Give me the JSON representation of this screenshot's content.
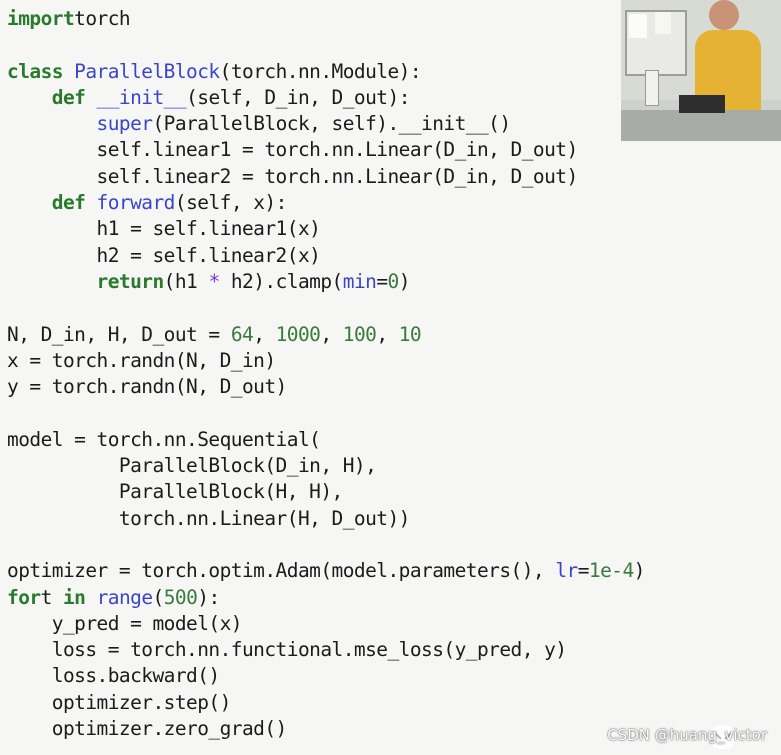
{
  "code_lines": [
    [
      [
        "kw",
        "import"
      ],
      [
        "",
        "torch"
      ]
    ],
    [],
    [
      [
        "kw",
        "class"
      ],
      [
        "",
        ""
      ],
      [
        "fn",
        "ParallelBlock"
      ],
      [
        "",
        "(torch.nn.Module):"
      ]
    ],
    [
      [
        "",
        "    "
      ],
      [
        "kw",
        "def"
      ],
      [
        "",
        ""
      ],
      [
        "fn",
        "__init__"
      ],
      [
        "",
        "(self, D_in, D_out):"
      ]
    ],
    [
      [
        "",
        "        "
      ],
      [
        "fn",
        "super"
      ],
      [
        "",
        "(ParallelBlock, self).__init__()"
      ]
    ],
    [
      [
        "",
        "        self.linear1 = torch.nn.Linear(D_in, D_out)"
      ]
    ],
    [
      [
        "",
        "        self.linear2 = torch.nn.Linear(D_in, D_out)"
      ]
    ],
    [
      [
        "",
        "    "
      ],
      [
        "kw",
        "def"
      ],
      [
        "",
        ""
      ],
      [
        "fn",
        "forward"
      ],
      [
        "",
        "(self, x):"
      ]
    ],
    [
      [
        "",
        "        h1 = self.linear1(x)"
      ]
    ],
    [
      [
        "",
        "        h2 = self.linear2(x)"
      ]
    ],
    [
      [
        "",
        "        "
      ],
      [
        "kw",
        "return"
      ],
      [
        "",
        "(h1 "
      ],
      [
        "op",
        "*"
      ],
      [
        "",
        ""
      ],
      [
        "",
        "h2).clamp("
      ],
      [
        "fn",
        "min"
      ],
      [
        "",
        "="
      ],
      [
        "num",
        "0"
      ],
      [
        "",
        ")"
      ]
    ],
    [],
    [
      [
        "",
        "N, D_in, H, D_out = "
      ],
      [
        "num",
        "64"
      ],
      [
        "",
        ", "
      ],
      [
        "num",
        "1000"
      ],
      [
        "",
        ", "
      ],
      [
        "num",
        "100"
      ],
      [
        "",
        ", "
      ],
      [
        "num",
        "10"
      ]
    ],
    [
      [
        "",
        "x = torch.randn(N, D_in)"
      ]
    ],
    [
      [
        "",
        "y = torch.randn(N, D_out)"
      ]
    ],
    [],
    [
      [
        "",
        "model = torch.nn.Sequential("
      ]
    ],
    [
      [
        "",
        "          ParallelBlock(D_in, H),"
      ]
    ],
    [
      [
        "",
        "          ParallelBlock(H, H),"
      ]
    ],
    [
      [
        "",
        "          torch.nn.Linear(H, D_out))"
      ]
    ],
    [],
    [
      [
        "",
        "optimizer = torch.optim.Adam(model.parameters(), "
      ],
      [
        "fn",
        "lr"
      ],
      [
        "",
        "="
      ],
      [
        "num",
        "1e-4"
      ],
      [
        "",
        ")"
      ]
    ],
    [
      [
        "kw",
        "for"
      ],
      [
        "",
        "t "
      ],
      [
        "kw",
        "in"
      ],
      [
        "",
        ""
      ],
      [
        "fn",
        "range"
      ],
      [
        "",
        "("
      ],
      [
        "num",
        "500"
      ],
      [
        "",
        "):"
      ]
    ],
    [
      [
        "",
        "    y_pred = model(x)"
      ]
    ],
    [
      [
        "",
        "    loss = torch.nn.functional.mse_loss(y_pred, y)"
      ]
    ],
    [
      [
        "",
        "    loss.backward()"
      ]
    ],
    [
      [
        "",
        "    optimizer.step()"
      ]
    ],
    [
      [
        "",
        "    optimizer.zero_grad()"
      ]
    ]
  ],
  "watermark": "CSDN @huang_victor",
  "colors": {
    "background": "#f6f7f5",
    "keyword": "#2a7a2c",
    "function": "#3a45c9",
    "number": "#3a7a3a",
    "operator": "#7a39c9",
    "text": "#1b1b1b"
  }
}
